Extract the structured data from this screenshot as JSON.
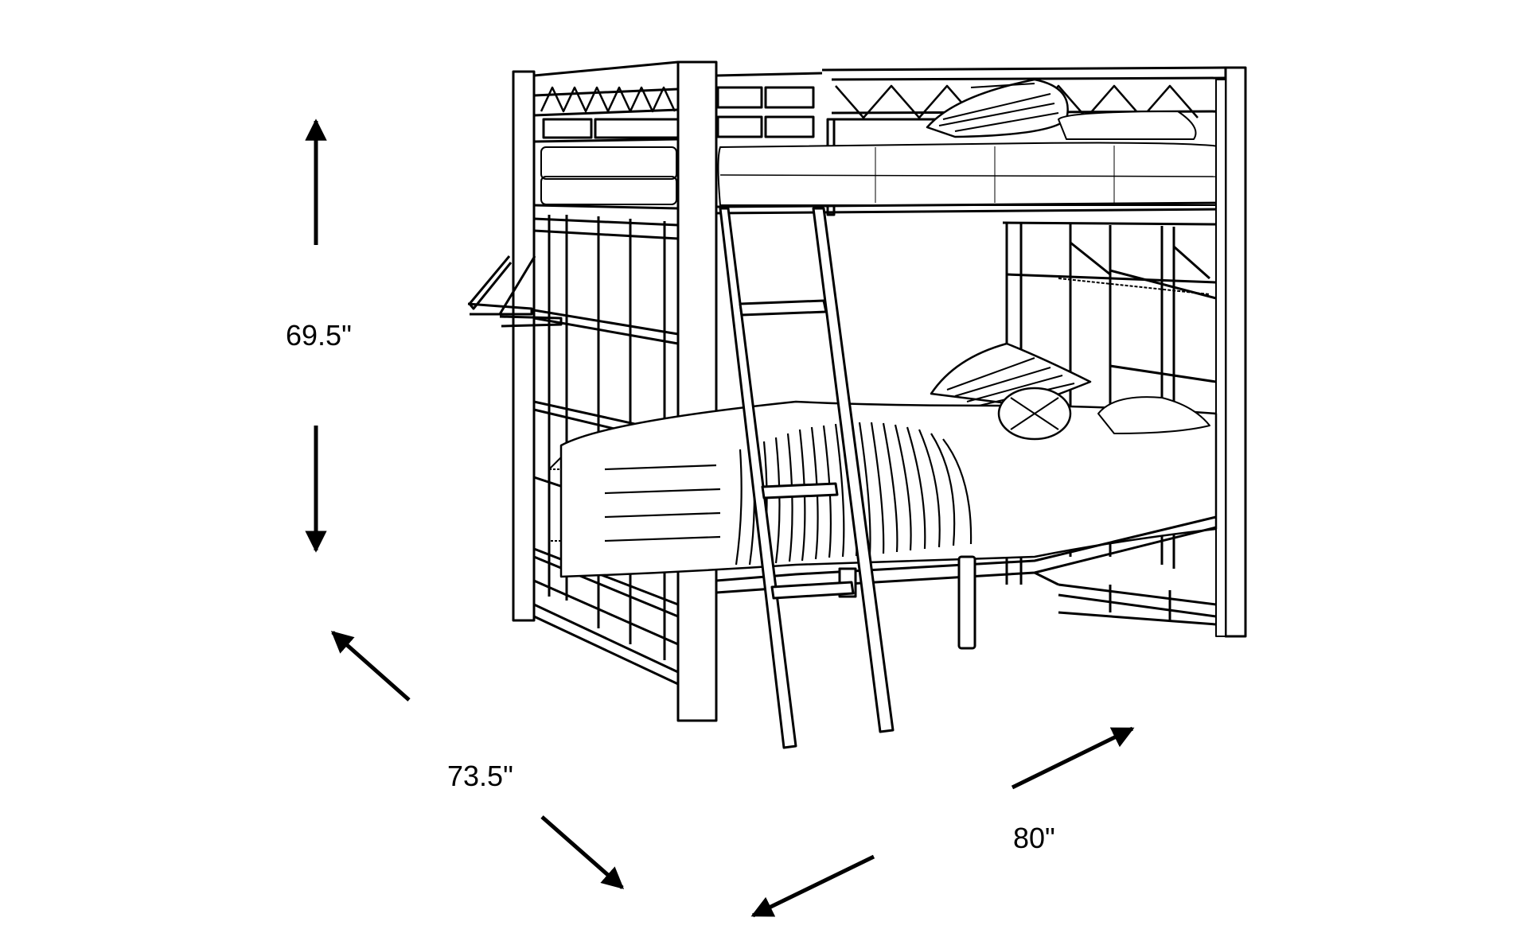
{
  "title": "Bunk bed dimension diagram",
  "subject": "Metal twin-over-full bunk bed with ladder, side shelves and hanging basket",
  "colors": {
    "line": "#000000",
    "background": "#ffffff"
  },
  "dimensions": {
    "height": {
      "label": "69.5\"",
      "value": 69.5,
      "unit": "in",
      "axis": "vertical"
    },
    "depth": {
      "label": "73.5\"",
      "value": 73.5,
      "unit": "in",
      "axis": "diagonal-left"
    },
    "width": {
      "label": "80\"",
      "value": 80,
      "unit": "in",
      "axis": "diagonal-right"
    }
  }
}
